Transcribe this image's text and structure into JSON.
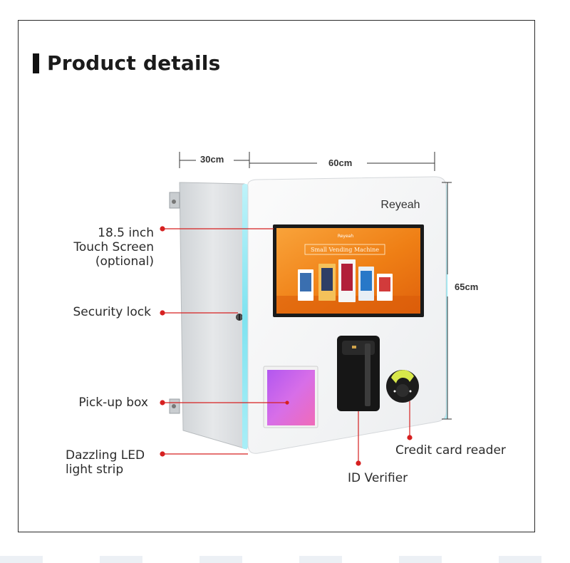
{
  "header": {
    "title": "Product details"
  },
  "product": {
    "brand": "Reyeah",
    "screen_brand": "Reyeah",
    "screen_banner": "Small Vending Machine"
  },
  "dimensions": {
    "depth": "30cm",
    "width": "60cm",
    "height": "65cm"
  },
  "callouts": {
    "touch_screen": "18.5 inch\nTouch Screen\n(optional)",
    "security_lock": "Security lock",
    "pickup_box": "Pick-up box",
    "led_strip": "Dazzling LED\nlight strip",
    "id_verifier": "ID Verifier",
    "card_reader": "Credit card reader"
  },
  "colors": {
    "accent_line": "#d62020",
    "screen_orange": "#f28a1c",
    "pickup_glow": "#c85ee6",
    "led_cyan": "#7fe3f0"
  }
}
